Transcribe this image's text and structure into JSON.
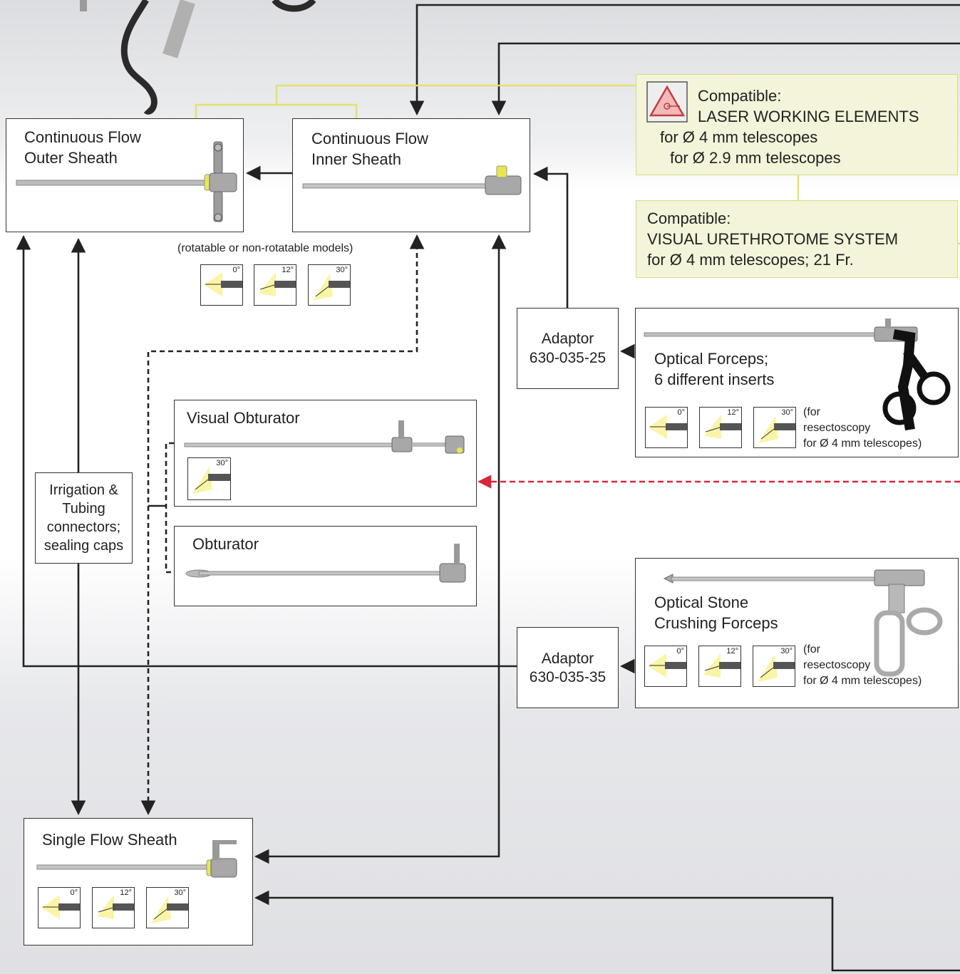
{
  "boxes": {
    "outer_sheath": {
      "line1": "Continuous Flow",
      "line2": "Outer Sheath"
    },
    "inner_sheath": {
      "line1": "Continuous Flow",
      "line2": "Inner Sheath"
    },
    "rotatable_note": "(rotatable or non-rotatable models)",
    "laser": {
      "line1": "Compatible:",
      "line2": "LASER WORKING ELEMENTS",
      "line3": "for Ø 4 mm telescopes",
      "line4": "for Ø 2.9 mm telescopes"
    },
    "urethrotome": {
      "line1": "Compatible:",
      "line2": "VISUAL URETHROTOME SYSTEM",
      "line3": "for Ø 4 mm telescopes; 21 Fr."
    },
    "adaptor1": {
      "line1": "Adaptor",
      "line2": "630-035-25"
    },
    "adaptor2": {
      "line1": "Adaptor",
      "line2": "630-035-35"
    },
    "optical_forceps": {
      "line1": "Optical Forceps;",
      "line2": "6 different inserts",
      "note1": "(for",
      "note2": "resectoscopy",
      "note3": "for Ø 4 mm telescopes)"
    },
    "stone_forceps": {
      "line1": "Optical Stone",
      "line2": "Crushing Forceps",
      "note1": "(for",
      "note2": "resectoscopy",
      "note3": "for Ø 4 mm telescopes)"
    },
    "visual_obturator": {
      "label": "Visual Obturator"
    },
    "obturator": {
      "label": "Obturator"
    },
    "irrigation": {
      "line1": "Irrigation &",
      "line2": "Tubing",
      "line3": "connectors;",
      "line4": "sealing caps"
    },
    "single_flow": {
      "label": "Single Flow Sheath"
    }
  },
  "angles": [
    "0°",
    "12°",
    "30°"
  ],
  "colors": {
    "line": "#222222",
    "dashed_red": "#d9253a",
    "yellow_line": "#e3e26a",
    "yellow_fill": "#f3f4d9",
    "light": "#f6ec6a"
  }
}
